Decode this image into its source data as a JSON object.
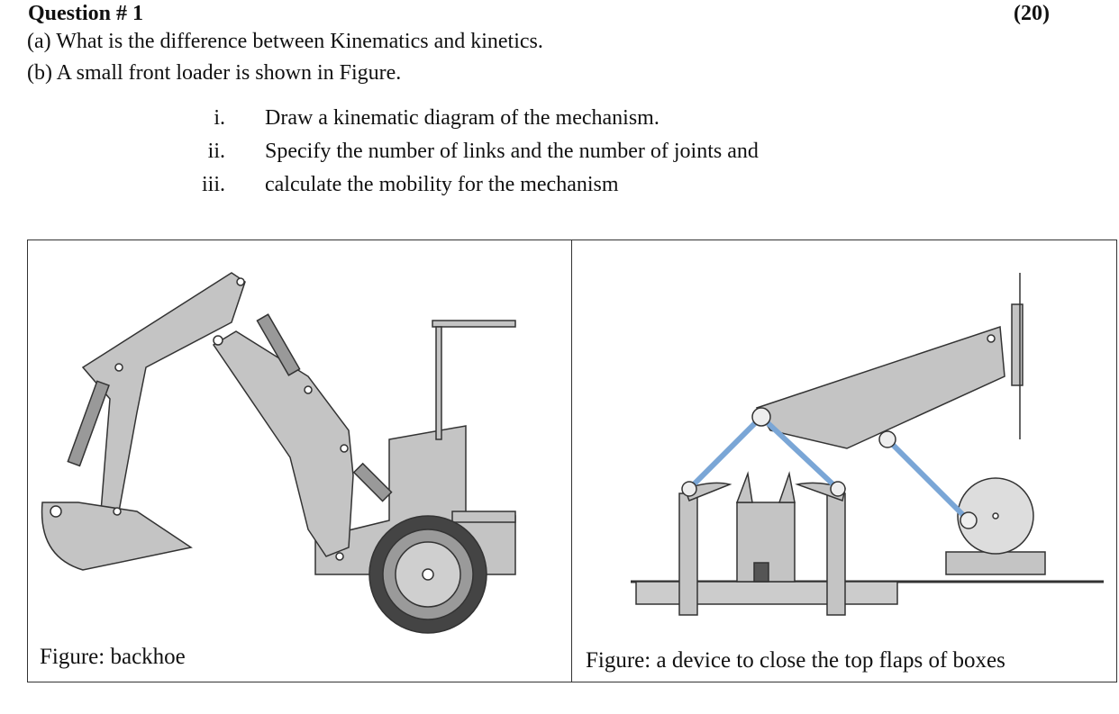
{
  "question": {
    "title": "Question # 1",
    "marks": "(20)"
  },
  "parts": {
    "a": "(a)  What is the difference between Kinematics and kinetics.",
    "b": "(b) A small front loader is shown in Figure."
  },
  "items": [
    {
      "num": "i.",
      "text": "Draw a kinematic diagram of the mechanism."
    },
    {
      "num": "ii.",
      "text": "Specify the number of links and the number of joints and"
    },
    {
      "num": "iii.",
      "text": "calculate the mobility for the mechanism"
    }
  ],
  "figures": {
    "left_caption": "Figure: backhoe",
    "right_caption": "Figure: a device to close the top flaps of boxes"
  },
  "colors": {
    "machine_gray": "#c4c4c4",
    "outline": "#333333",
    "link_blue": "#7aa6d6"
  }
}
